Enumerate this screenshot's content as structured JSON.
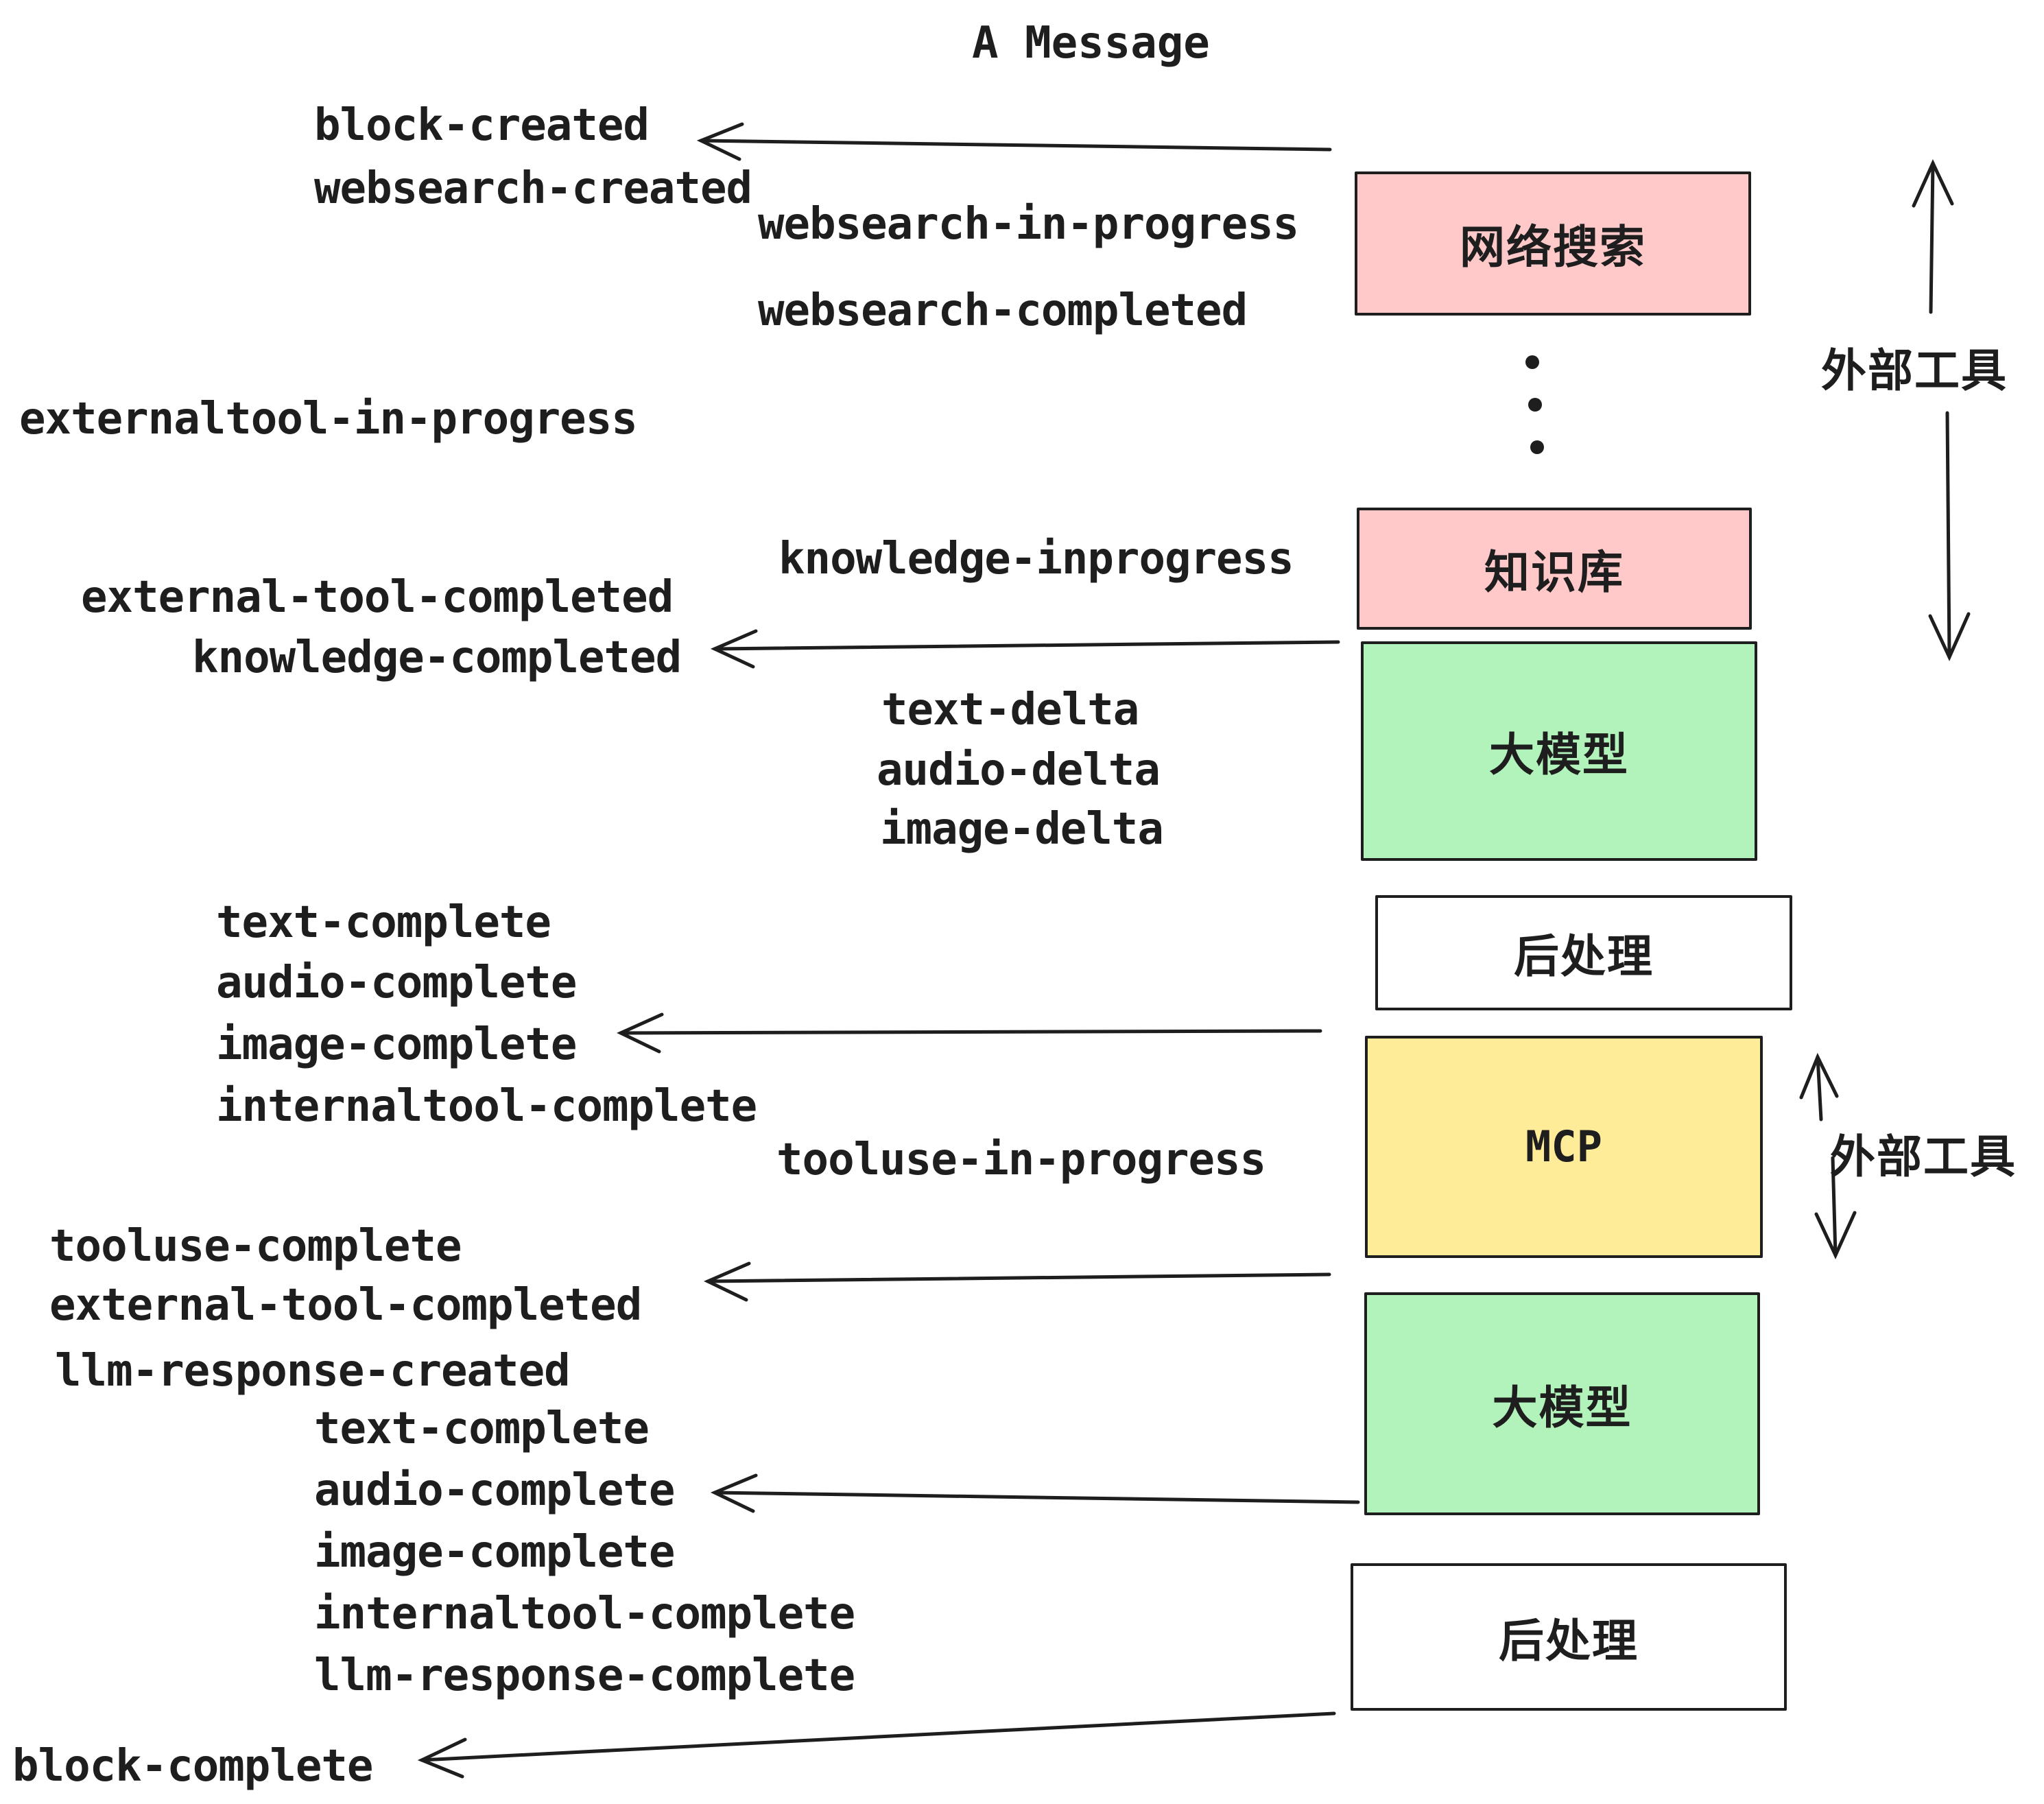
{
  "title": "A Message",
  "events": [
    "block-created",
    "websearch-created",
    "websearch-in-progress",
    "websearch-completed",
    "externaltool-in-progress",
    "knowledge-inprogress",
    "external-tool-completed",
    "knowledge-completed",
    "text-delta",
    "audio-delta",
    "image-delta",
    "text-complete",
    "audio-complete",
    "image-complete",
    "internaltool-complete",
    "tooluse-in-progress",
    "tooluse-complete",
    "external-tool-completed",
    "llm-response-created",
    "text-complete",
    "audio-complete",
    "image-complete",
    "internaltool-complete",
    "llm-response-complete",
    "block-complete"
  ],
  "boxes": [
    {
      "label": "网络搜索",
      "color": "#ffc9c9"
    },
    {
      "label": "知识库",
      "color": "#ffc9c9"
    },
    {
      "label": "大模型",
      "color": "#b2f2bb"
    },
    {
      "label": "后处理",
      "color": "#ffffff"
    },
    {
      "label": "MCP",
      "color": "#ffec99"
    },
    {
      "label": "大模型",
      "color": "#b2f2bb"
    },
    {
      "label": "后处理",
      "color": "#ffffff"
    }
  ],
  "annotations": [
    {
      "label": "外部工具"
    },
    {
      "label": "外部工具"
    }
  ],
  "palette": {
    "ink": "#1e1e1e",
    "pink": "#ffc9c9",
    "green": "#b2f2bb",
    "yellow": "#ffec99",
    "white": "#ffffff"
  }
}
